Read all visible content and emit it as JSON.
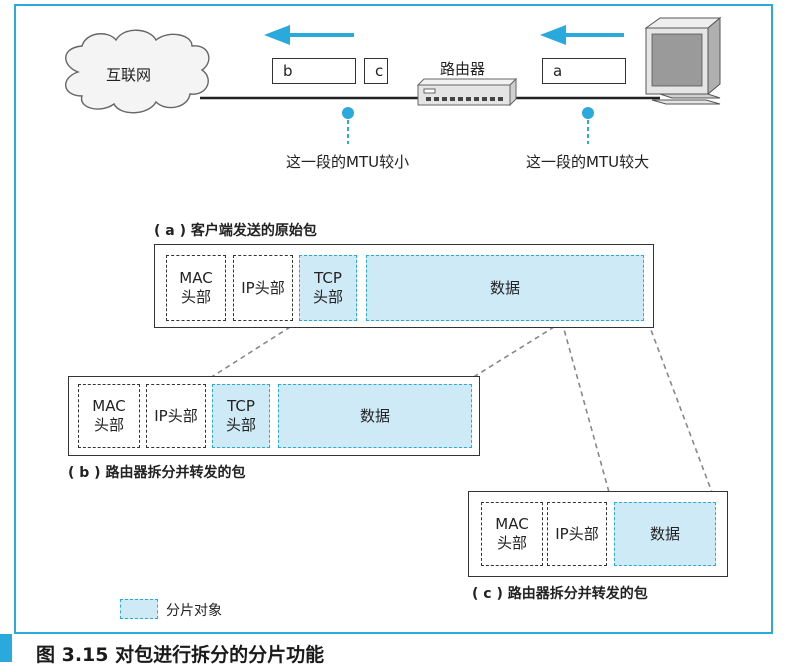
{
  "network": {
    "internet_label": "互联网",
    "router_label": "路由器",
    "packet_a": "a",
    "packet_b": "b",
    "packet_c": "c",
    "mtu_small": "这一段的MTU较小",
    "mtu_large": "这一段的MTU较大"
  },
  "packet_a": {
    "title": "( a ) 客户端发送的原始包",
    "fields": [
      "MAC\n头部",
      "IP头部",
      "TCP\n头部",
      "数据"
    ]
  },
  "packet_b": {
    "title": "( b ) 路由器拆分并转发的包",
    "fields": [
      "MAC\n头部",
      "IP头部",
      "TCP\n头部",
      "数据"
    ]
  },
  "packet_c": {
    "title": "( c ) 路由器拆分并转发的包",
    "fields": [
      "MAC\n头部",
      "IP头部",
      "数据"
    ]
  },
  "legend": {
    "label": "分片对象"
  },
  "caption": "图 3.15   对包进行拆分的分片功能",
  "colors": {
    "accent": "#29a9dc",
    "fragment_fill": "#cfeaf7",
    "router": "#e4e4e4"
  }
}
